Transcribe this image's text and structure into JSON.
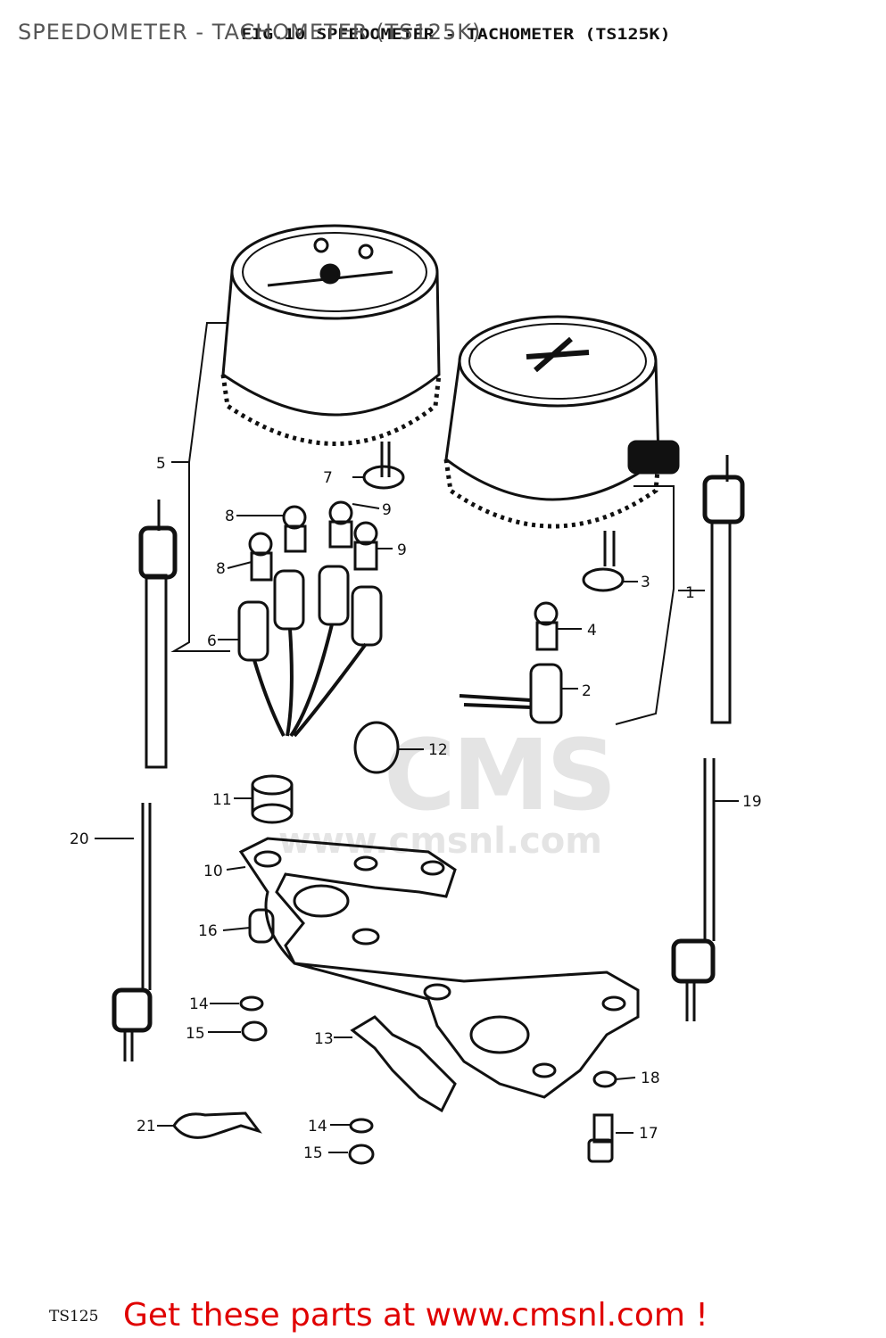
{
  "page": {
    "title": "SPEEDOMETER - TACHOMETER (TS125K)",
    "diagram_heading": "FIG.10 SPEEDOMETER - TACHOMETER (TS125K)",
    "corner_code": "TS125",
    "cta_text": "Get these parts at www.cmsnl.com !"
  },
  "watermark": {
    "logo_text": "CMS",
    "url_text": "www.cmsnl.com"
  },
  "callouts": [
    "1",
    "2",
    "3",
    "4",
    "5",
    "6",
    "7",
    "8",
    "8",
    "9",
    "9",
    "10",
    "11",
    "12",
    "13",
    "14",
    "14",
    "15",
    "15",
    "16",
    "17",
    "18",
    "19",
    "20",
    "21"
  ],
  "colors": {
    "line": "#111111",
    "title_gray": "#555555",
    "cta_red": "#e00000",
    "watermark_gray": "#e4e4e4"
  }
}
